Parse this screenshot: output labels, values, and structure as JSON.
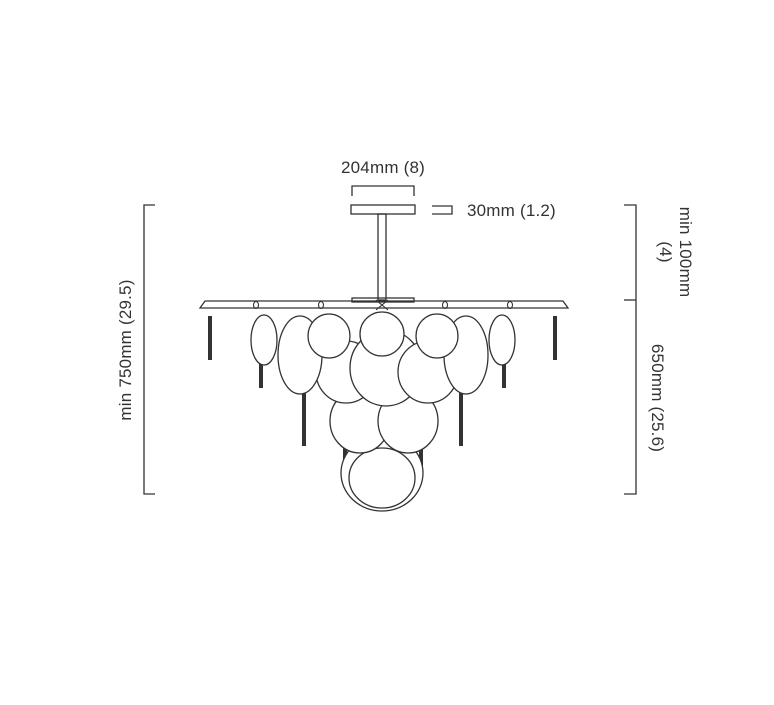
{
  "diagram": {
    "labels": {
      "canopy_width": "204mm (8)",
      "canopy_height": "30mm (1.2)",
      "stem_min": "min 100mm",
      "stem_min_inch": "(4)",
      "body_height": "650mm (25.6)",
      "total_height": "min 750mm (29.5)"
    },
    "colors": {
      "line": "#333333",
      "background": "#ffffff"
    }
  }
}
